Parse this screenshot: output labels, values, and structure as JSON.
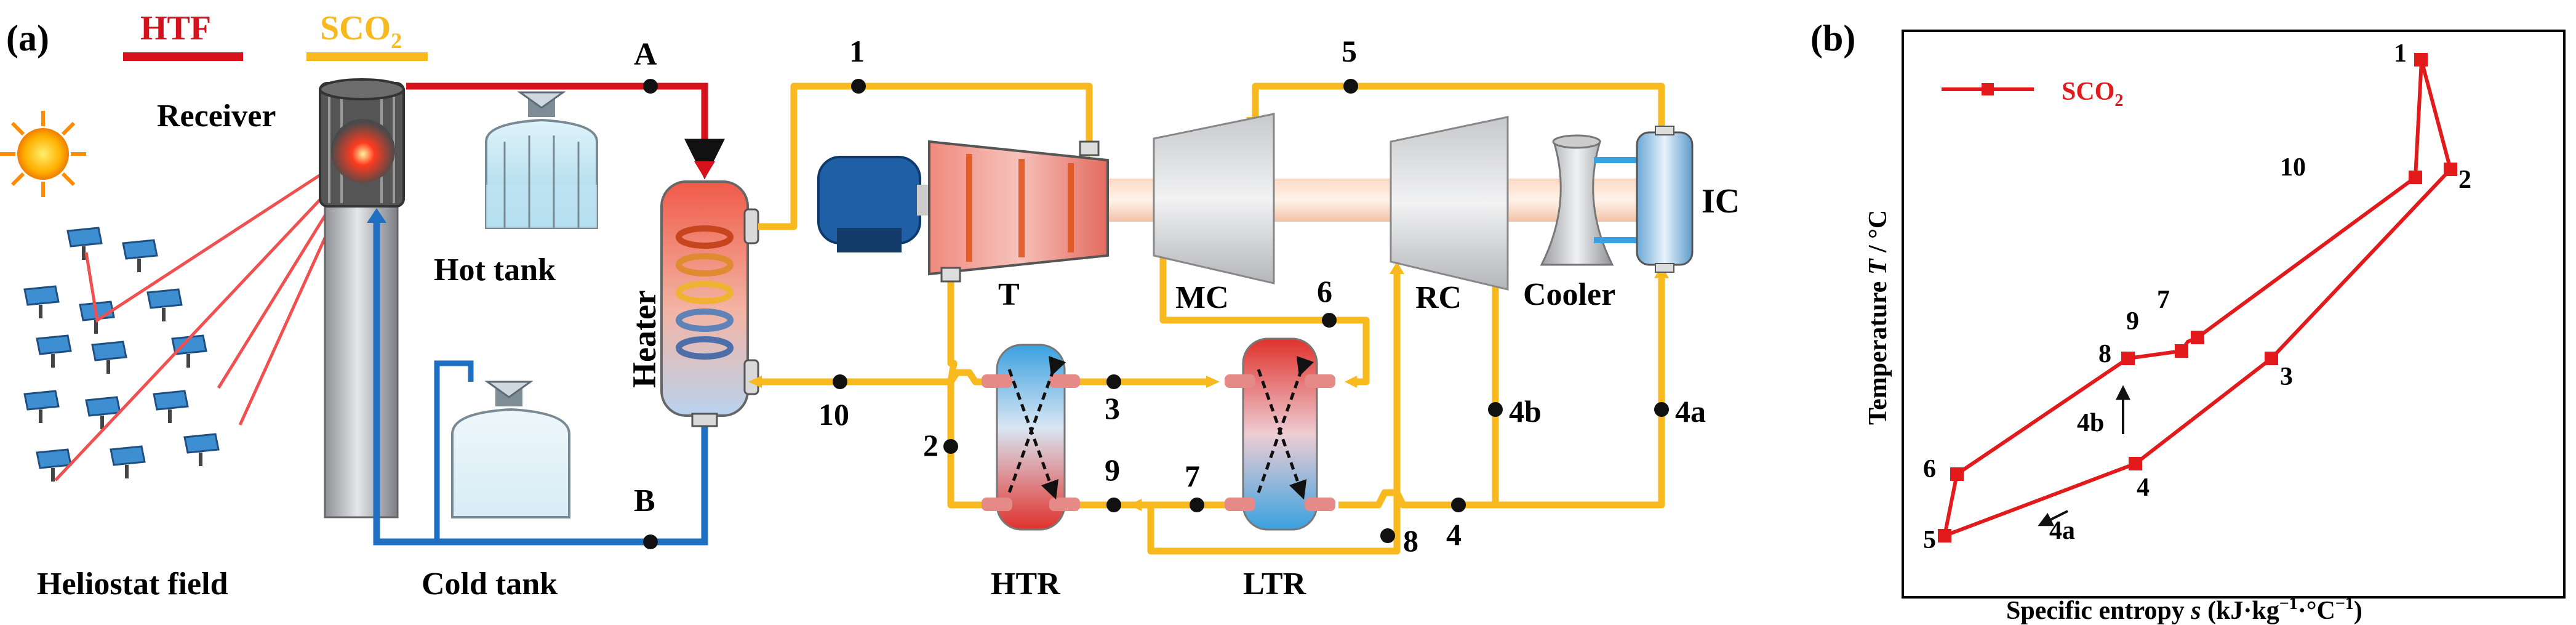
{
  "panel_a": {
    "panel_label": "(a)",
    "legend": {
      "htf": "HTF",
      "sco2_main": "SCO",
      "sco2_sub": "2",
      "htf_color": "#d6121c",
      "sco2_color": "#f7b91d",
      "cold_color": "#1f6fc3"
    },
    "labels": {
      "receiver": "Receiver",
      "hot_tank": "Hot tank",
      "cold_tank": "Cold tank",
      "heliostat": "Heliostat field",
      "heater": "Heater",
      "turbine": "T",
      "mc": "MC",
      "rc": "RC",
      "cooler": "Cooler",
      "ic": "IC",
      "htr": "HTR",
      "ltr": "LTR"
    },
    "points": {
      "A": "A",
      "B": "B",
      "p1": "1",
      "p2": "2",
      "p3": "3",
      "p4": "4",
      "p4a": "4a",
      "p4b": "4b",
      "p5": "5",
      "p6": "6",
      "p7": "7",
      "p8": "8",
      "p9": "9",
      "p10": "10"
    }
  },
  "panel_b": {
    "panel_label": "(b)",
    "legend_main": "SCO",
    "legend_sub": "2",
    "ylabel_main": "Temperature ",
    "ylabel_var": "T",
    "ylabel_unit": " / °C",
    "xlabel_main": "Specific entropy ",
    "xlabel_var": "s",
    "xlabel_unit": " (kJ·kg",
    "xlabel_unit_sup1": "−1",
    "xlabel_unit_mid": "·°C",
    "xlabel_unit_sup2": "−1",
    "xlabel_unit_end": ")",
    "line_color": "#e31a1c",
    "state_labels": {
      "s1": "1",
      "s2": "2",
      "s3": "3",
      "s4": "4",
      "s4a": "4a",
      "s4b": "4b",
      "s5": "5",
      "s6": "6",
      "s7": "7",
      "s8": "8",
      "s9": "9",
      "s10": "10"
    }
  }
}
